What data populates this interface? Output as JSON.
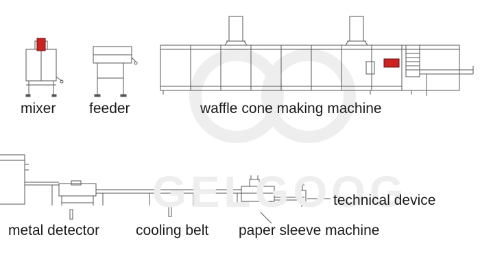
{
  "labels": {
    "mixer": "mixer",
    "feeder": "feeder",
    "waffle_cone_machine": "waffle cone making machine",
    "metal_detector": "metal detector",
    "cooling_belt": "cooling belt",
    "paper_sleeve_machine": "paper sleeve machine",
    "technical_device": "technical device"
  },
  "watermark": {
    "text": "GELGOOG"
  },
  "colors": {
    "line": "#555555",
    "accent_red": "#cc2222",
    "watermark": "#eeeeee"
  }
}
